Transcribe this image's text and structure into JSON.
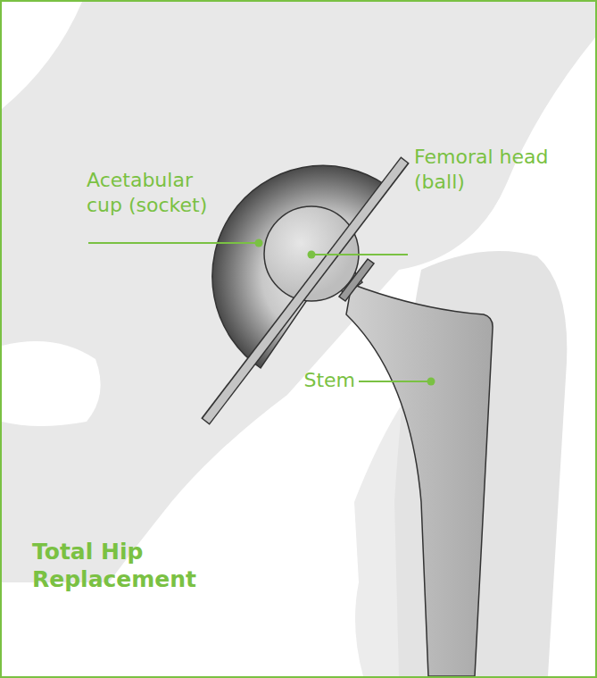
{
  "diagram": {
    "title": "Total Hip Replacement",
    "labels": [
      "Acetabular cup (socket)",
      "Femoral head (ball)",
      "Stem"
    ]
  }
}
